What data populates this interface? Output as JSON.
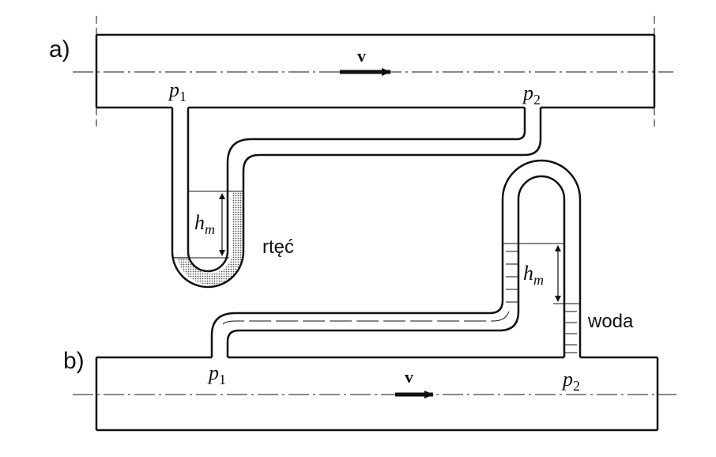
{
  "panel_a": {
    "label": "a)",
    "velocity": "v",
    "p1": {
      "base": "p",
      "sub": "1"
    },
    "p2": {
      "base": "p",
      "sub": "2"
    },
    "hm": {
      "base": "h",
      "sub": "m"
    },
    "fluid_label": "rtęć"
  },
  "panel_b": {
    "label": "b)",
    "velocity": "v",
    "p1": {
      "base": "p",
      "sub": "1"
    },
    "p2": {
      "base": "p",
      "sub": "2"
    },
    "hm": {
      "base": "h",
      "sub": "m"
    },
    "fluid_label": "woda"
  },
  "colors": {
    "line": "#111111",
    "mercury": "#666666",
    "background": "#ffffff"
  }
}
